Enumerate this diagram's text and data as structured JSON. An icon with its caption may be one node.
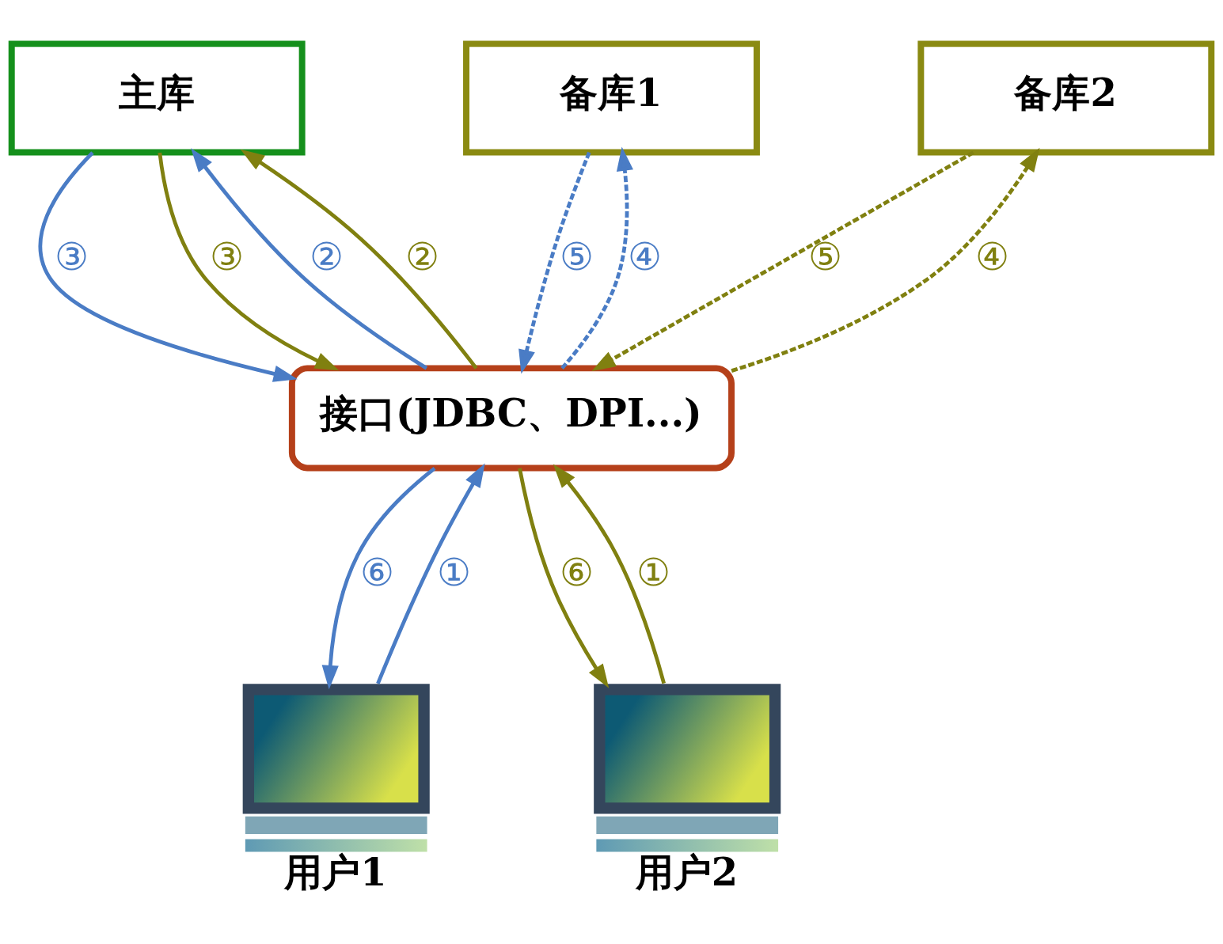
{
  "diagram": {
    "nodes": [
      {
        "text": [
          "主库"
        ]
      },
      {
        "text": [
          "备库1"
        ]
      },
      {
        "text": [
          "备库2"
        ]
      },
      {
        "text": [
          "接口(JDBC、DPI...)"
        ]
      },
      {
        "text": [],
        "shape": "picture",
        "beside": [
          "用户1"
        ]
      },
      {
        "text": [],
        "shape": "picture",
        "beside": [
          "用户2"
        ]
      }
    ],
    "edges": [
      {
        "from": 4,
        "to": 3,
        "arrow": "to",
        "label": "①",
        "color": "#4a7cc5"
      },
      {
        "from": 3,
        "to": 0,
        "arrow": "to",
        "label": "②",
        "color": "#4a7cc5"
      },
      {
        "from": 0,
        "to": 3,
        "arrow": "to",
        "label": "③",
        "color": "#4a7cc5"
      },
      {
        "from": 3,
        "to": 1,
        "arrow": "to",
        "label": "④",
        "style": "dashed",
        "color": "#4a7cc5"
      },
      {
        "from": 1,
        "to": 3,
        "arrow": "to",
        "label": "⑤",
        "style": "dashed",
        "color": "#4a7cc5"
      },
      {
        "from": 3,
        "to": 4,
        "arrow": "to",
        "label": "⑥",
        "color": "#4a7cc5"
      },
      {
        "from": 5,
        "to": 3,
        "arrow": "to",
        "label": "①",
        "color": "#808010"
      },
      {
        "from": 3,
        "to": 0,
        "arrow": "to",
        "label": "②",
        "color": "#808010"
      },
      {
        "from": 0,
        "to": 3,
        "arrow": "to",
        "label": "③",
        "color": "#808010"
      },
      {
        "from": 3,
        "to": 2,
        "arrow": "to",
        "label": "④",
        "style": "dashed",
        "color": "#808010"
      },
      {
        "from": 2,
        "to": 3,
        "arrow": "to",
        "label": "⑤",
        "style": "dashed",
        "color": "#808010"
      },
      {
        "from": 3,
        "to": 5,
        "arrow": "to",
        "label": "⑥",
        "color": "#808010"
      }
    ]
  }
}
